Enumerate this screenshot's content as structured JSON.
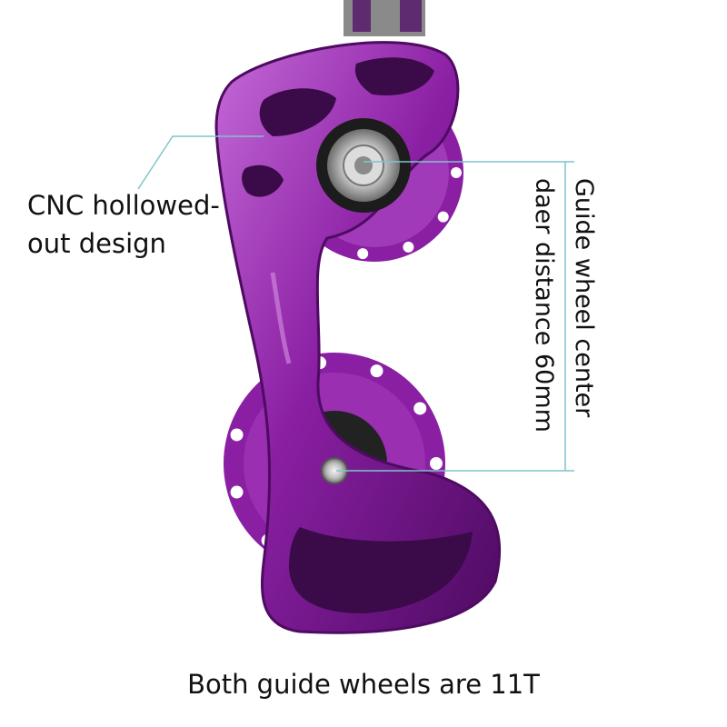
{
  "image": {
    "subject": "purple-anodized-derailleur-cage-with-two-guide-pulleys",
    "colors": {
      "cage": "#8a1fa3",
      "cage_highlight": "#c56ad8",
      "cage_shadow": "#4e0b62",
      "callout_line": "#7fc4cc",
      "background": "#ffffff",
      "text": "#111111"
    }
  },
  "labels": {
    "cnc_line1": "CNC hollowed-",
    "cnc_line2": "out design",
    "distance_line1": "Guide wheel center",
    "distance_line2": "daer distance 60mm",
    "caption": "Both guide wheels are 11T"
  }
}
